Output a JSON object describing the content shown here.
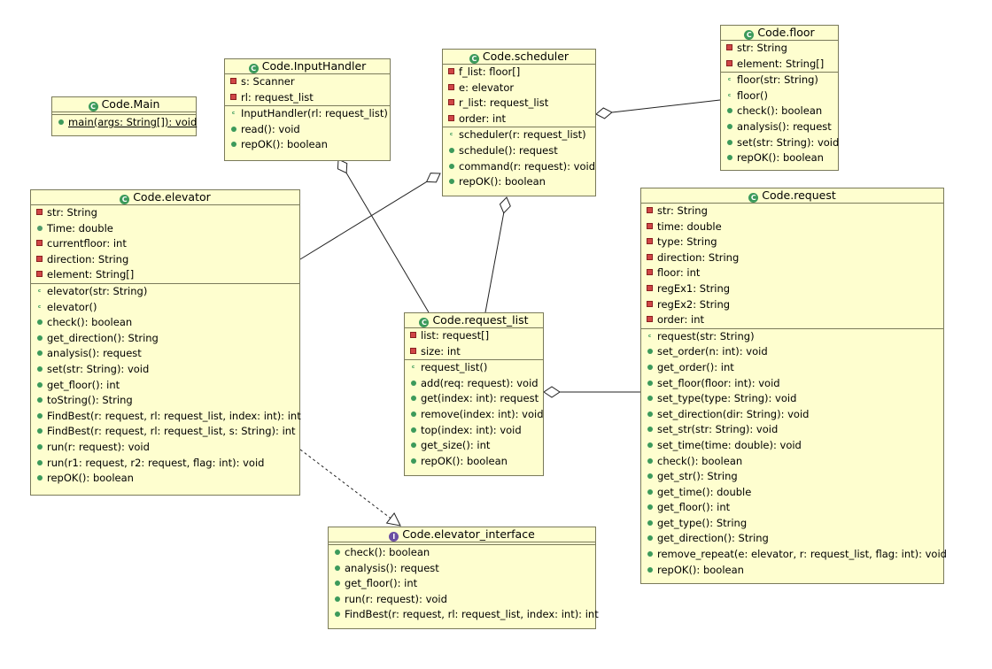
{
  "classes": [
    {
      "id": "main",
      "name": "Code.Main",
      "kind": "class",
      "attributes": [],
      "methods": [
        {
          "vis": "public",
          "text": "main(args: String[]): void",
          "static": true
        }
      ]
    },
    {
      "id": "inputhandler",
      "name": "Code.InputHandler",
      "kind": "class",
      "attributes": [
        {
          "vis": "private",
          "text": "s: Scanner"
        },
        {
          "vis": "private",
          "text": "rl: request_list"
        }
      ],
      "methods": [
        {
          "vis": "constructor",
          "text": "InputHandler(rl: request_list)"
        },
        {
          "vis": "public",
          "text": "read(): void"
        },
        {
          "vis": "public",
          "text": "repOK(): boolean"
        }
      ]
    },
    {
      "id": "scheduler",
      "name": "Code.scheduler",
      "kind": "class",
      "attributes": [
        {
          "vis": "private",
          "text": "f_list: floor[]"
        },
        {
          "vis": "private",
          "text": "e: elevator"
        },
        {
          "vis": "private",
          "text": "r_list: request_list"
        },
        {
          "vis": "private",
          "text": "order: int"
        }
      ],
      "methods": [
        {
          "vis": "constructor",
          "text": "scheduler(r: request_list)"
        },
        {
          "vis": "public",
          "text": "schedule(): request"
        },
        {
          "vis": "public",
          "text": "command(r: request): void"
        },
        {
          "vis": "public",
          "text": "repOK(): boolean"
        }
      ]
    },
    {
      "id": "floor",
      "name": "Code.floor",
      "kind": "class",
      "attributes": [
        {
          "vis": "private",
          "text": "str: String"
        },
        {
          "vis": "private",
          "text": "element: String[]"
        }
      ],
      "methods": [
        {
          "vis": "constructor",
          "text": "floor(str: String)"
        },
        {
          "vis": "constructor",
          "text": "floor()"
        },
        {
          "vis": "public",
          "text": "check(): boolean"
        },
        {
          "vis": "public",
          "text": "analysis(): request"
        },
        {
          "vis": "public",
          "text": "set(str: String): void"
        },
        {
          "vis": "public",
          "text": "repOK(): boolean"
        }
      ]
    },
    {
      "id": "elevator",
      "name": "Code.elevator",
      "kind": "class",
      "attributes": [
        {
          "vis": "private",
          "text": "str: String"
        },
        {
          "vis": "package",
          "text": "Time: double"
        },
        {
          "vis": "private",
          "text": "currentfloor: int"
        },
        {
          "vis": "private",
          "text": "direction: String"
        },
        {
          "vis": "private",
          "text": "element: String[]"
        }
      ],
      "methods": [
        {
          "vis": "constructor",
          "text": "elevator(str: String)"
        },
        {
          "vis": "constructor",
          "text": "elevator()"
        },
        {
          "vis": "public",
          "text": "check(): boolean"
        },
        {
          "vis": "public",
          "text": "get_direction(): String"
        },
        {
          "vis": "public",
          "text": "analysis(): request"
        },
        {
          "vis": "public",
          "text": "set(str: String): void"
        },
        {
          "vis": "public",
          "text": "get_floor(): int"
        },
        {
          "vis": "public",
          "text": "toString(): String"
        },
        {
          "vis": "public",
          "text": "FindBest(r: request, rl: request_list, index: int): int"
        },
        {
          "vis": "public",
          "text": "FindBest(r: request, rl: request_list, s: String): int"
        },
        {
          "vis": "public",
          "text": "run(r: request): void"
        },
        {
          "vis": "public",
          "text": "run(r1: request, r2: request, flag: int): void"
        },
        {
          "vis": "public",
          "text": "repOK(): boolean"
        }
      ]
    },
    {
      "id": "request_list",
      "name": "Code.request_list",
      "kind": "class",
      "attributes": [
        {
          "vis": "private",
          "text": "list: request[]"
        },
        {
          "vis": "private",
          "text": "size: int"
        }
      ],
      "methods": [
        {
          "vis": "constructor",
          "text": "request_list()"
        },
        {
          "vis": "public",
          "text": "add(req: request): void"
        },
        {
          "vis": "public",
          "text": "get(index: int): request"
        },
        {
          "vis": "public",
          "text": "remove(index: int): void"
        },
        {
          "vis": "public",
          "text": "top(index: int): void"
        },
        {
          "vis": "public",
          "text": "get_size(): int"
        },
        {
          "vis": "public",
          "text": "repOK(): boolean"
        }
      ]
    },
    {
      "id": "request",
      "name": "Code.request",
      "kind": "class",
      "attributes": [
        {
          "vis": "private",
          "text": "str: String"
        },
        {
          "vis": "private",
          "text": "time: double"
        },
        {
          "vis": "private",
          "text": "type: String"
        },
        {
          "vis": "private",
          "text": "direction: String"
        },
        {
          "vis": "private",
          "text": "floor: int"
        },
        {
          "vis": "private",
          "text": "regEx1: String"
        },
        {
          "vis": "private",
          "text": "regEx2: String"
        },
        {
          "vis": "private",
          "text": "order: int"
        }
      ],
      "methods": [
        {
          "vis": "constructor",
          "text": "request(str: String)"
        },
        {
          "vis": "public",
          "text": "set_order(n: int): void"
        },
        {
          "vis": "public",
          "text": "get_order(): int"
        },
        {
          "vis": "public",
          "text": "set_floor(floor: int): void"
        },
        {
          "vis": "public",
          "text": "set_type(type: String): void"
        },
        {
          "vis": "public",
          "text": "set_direction(dir: String): void"
        },
        {
          "vis": "public",
          "text": "set_str(str: String): void"
        },
        {
          "vis": "public",
          "text": "set_time(time: double): void"
        },
        {
          "vis": "public",
          "text": "check(): boolean"
        },
        {
          "vis": "public",
          "text": "get_str(): String"
        },
        {
          "vis": "public",
          "text": "get_time(): double"
        },
        {
          "vis": "public",
          "text": "get_floor(): int"
        },
        {
          "vis": "public",
          "text": "get_type(): String"
        },
        {
          "vis": "public",
          "text": "get_direction(): String"
        },
        {
          "vis": "public",
          "text": "remove_repeat(e: elevator, r: request_list, flag: int): void"
        },
        {
          "vis": "public",
          "text": "repOK(): boolean"
        }
      ]
    },
    {
      "id": "elevator_interface",
      "name": "Code.elevator_interface",
      "kind": "interface",
      "attributes": [],
      "methods": [
        {
          "vis": "public",
          "text": "check(): boolean"
        },
        {
          "vis": "public",
          "text": "analysis(): request"
        },
        {
          "vis": "public",
          "text": "get_floor(): int"
        },
        {
          "vis": "public",
          "text": "run(r: request): void"
        },
        {
          "vis": "public",
          "text": "FindBest(r: request, rl: request_list, index: int): int"
        }
      ]
    }
  ],
  "relations": [
    {
      "from": "scheduler",
      "to": "floor",
      "type": "aggregation"
    },
    {
      "from": "scheduler",
      "to": "elevator",
      "type": "aggregation"
    },
    {
      "from": "scheduler",
      "to": "request_list",
      "type": "aggregation"
    },
    {
      "from": "inputhandler",
      "to": "request_list",
      "type": "aggregation"
    },
    {
      "from": "request_list",
      "to": "request",
      "type": "aggregation"
    },
    {
      "from": "elevator",
      "to": "elevator_interface",
      "type": "realization"
    }
  ]
}
